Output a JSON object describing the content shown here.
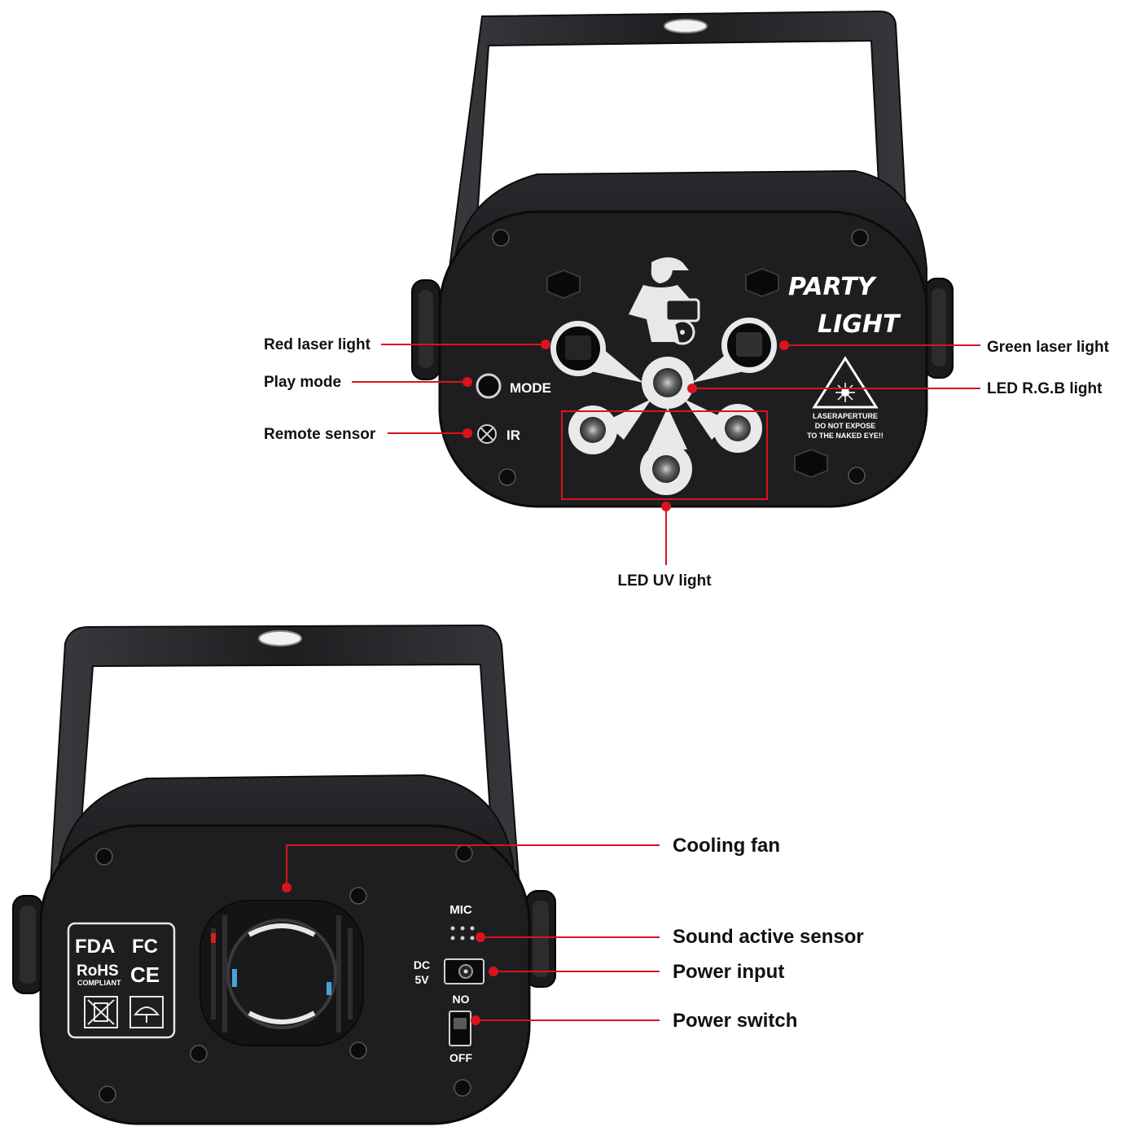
{
  "colors": {
    "leader": "#d8141c",
    "body": "#1b1b1d",
    "panel": "#202023",
    "label": "#111111"
  },
  "front_view": {
    "brand": {
      "line1": "PARTY",
      "line2": "LIGHT"
    },
    "panel_labels": {
      "mode": "MODE",
      "ir": "IR"
    },
    "warning": {
      "line1": "LASERAPERTURE",
      "line2": "DO NOT EXPOSE",
      "line3": "TO THE NAKED EYE!!"
    },
    "callouts": {
      "red_laser": "Red laser light",
      "play_mode": "Play mode",
      "remote_sensor": "Remote sensor",
      "green_laser": "Green laser light",
      "led_rgb": "LED R.G.B light",
      "led_uv": "LED UV light"
    }
  },
  "rear_view": {
    "panel_labels": {
      "mic": "MIC",
      "dc": "DC",
      "dc_voltage": "5V",
      "switch_on": "NO",
      "switch_off": "OFF"
    },
    "certifications": {
      "fda": "FDA",
      "fc": "FC",
      "rohs": "RoHS",
      "compliant": "COMPLIANT",
      "ce": "CE"
    },
    "callouts": {
      "cooling_fan": "Cooling fan",
      "sound_sensor": "Sound active sensor",
      "power_input": "Power input",
      "power_switch": "Power switch"
    }
  }
}
